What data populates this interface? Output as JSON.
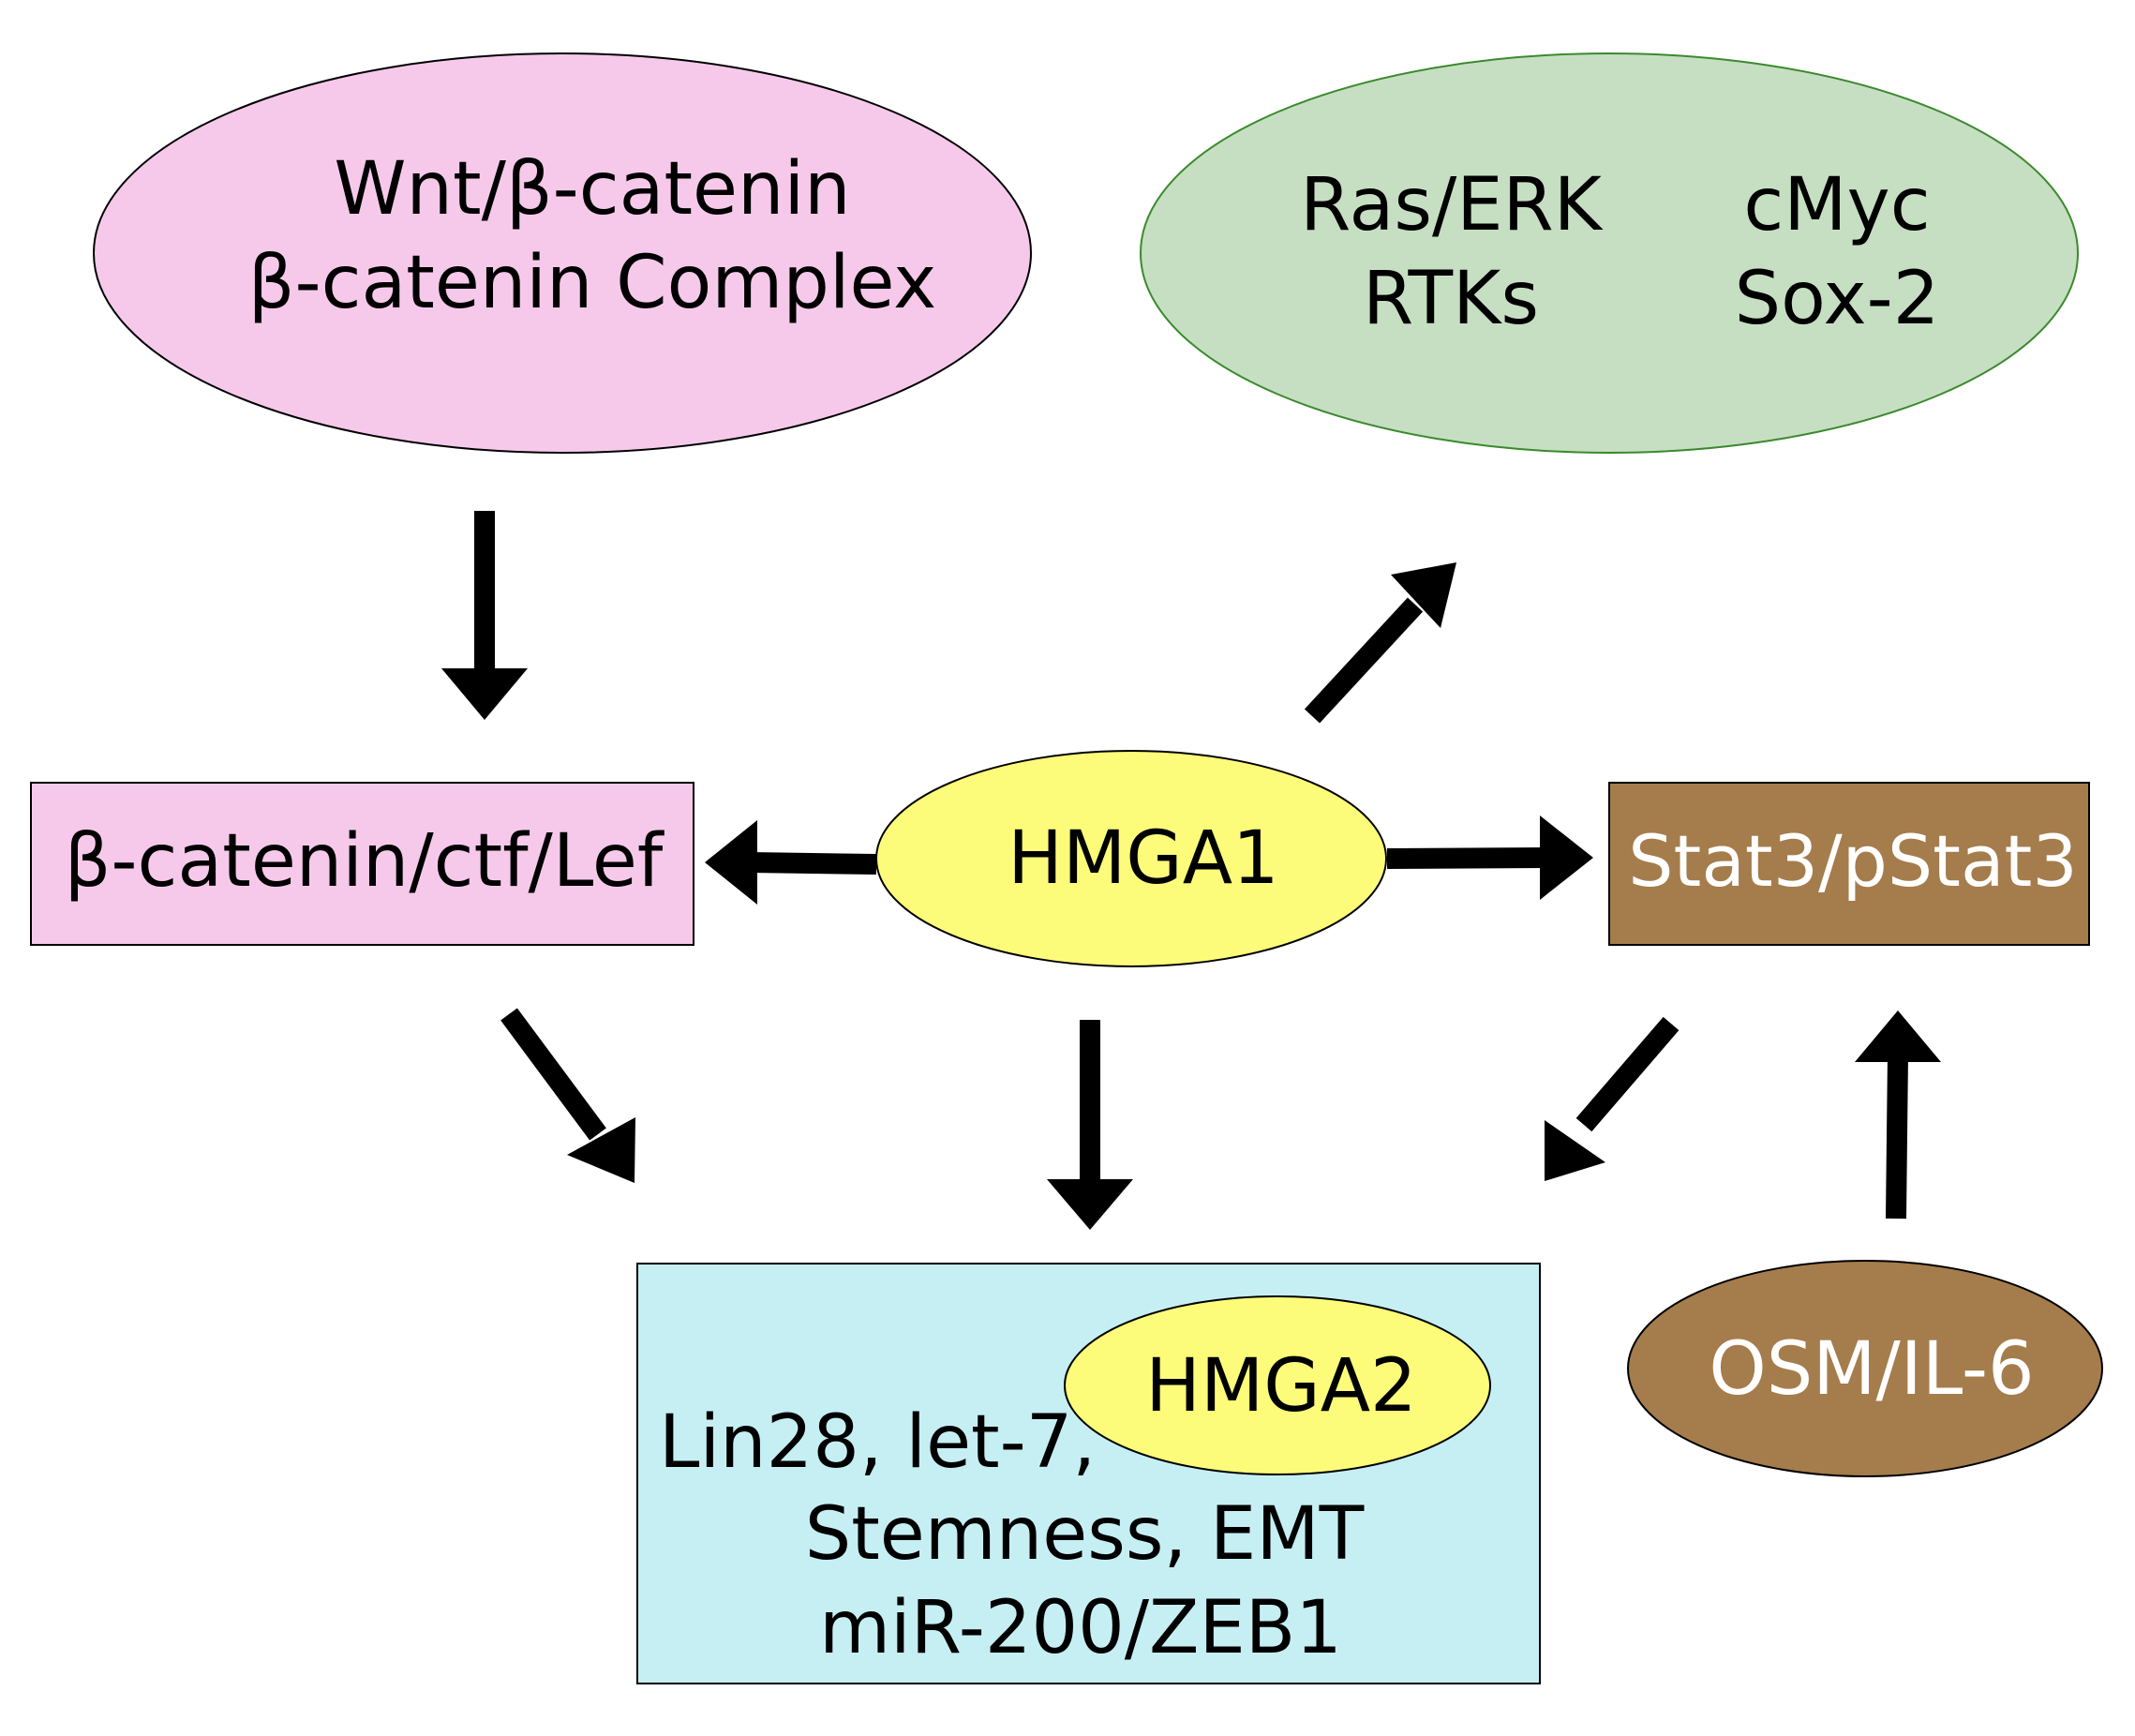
{
  "nodes": {
    "wnt": {
      "line1": "Wnt/β-catenin",
      "line2": "β-catenin Complex"
    },
    "ras": {
      "col1_line1": "Ras/ERK",
      "col1_line2": "RTKs",
      "col2_line1": "cMyc",
      "col2_line2": "Sox-2"
    },
    "bcat_box": {
      "label": "β-catenin/ctf/Lef"
    },
    "hmga1": {
      "label": "HMGA1"
    },
    "stat3": {
      "label": "Stat3/pStat3"
    },
    "target": {
      "line1": "Lin28, let-7,",
      "line2": "Stemness, EMT",
      "line3": "miR-200/ZEB1"
    },
    "hmga2": {
      "label": "HMGA2"
    },
    "osm": {
      "label": "OSM/IL-6"
    }
  },
  "colors": {
    "wnt_fill": "#f6c9ea",
    "ras_fill": "#c6dfc2",
    "ras_stroke": "#3b8a2e",
    "bcat_fill": "#f6c9ea",
    "hmga1_fill": "#fdfc7a",
    "hmga2_fill": "#fdfc7a",
    "stat3_fill": "#a57c4c",
    "osm_fill": "#a57c4c",
    "target_fill": "#c6eff4",
    "arrow": "#000000",
    "text_dark": "#000000",
    "text_light": "#ffffff"
  }
}
